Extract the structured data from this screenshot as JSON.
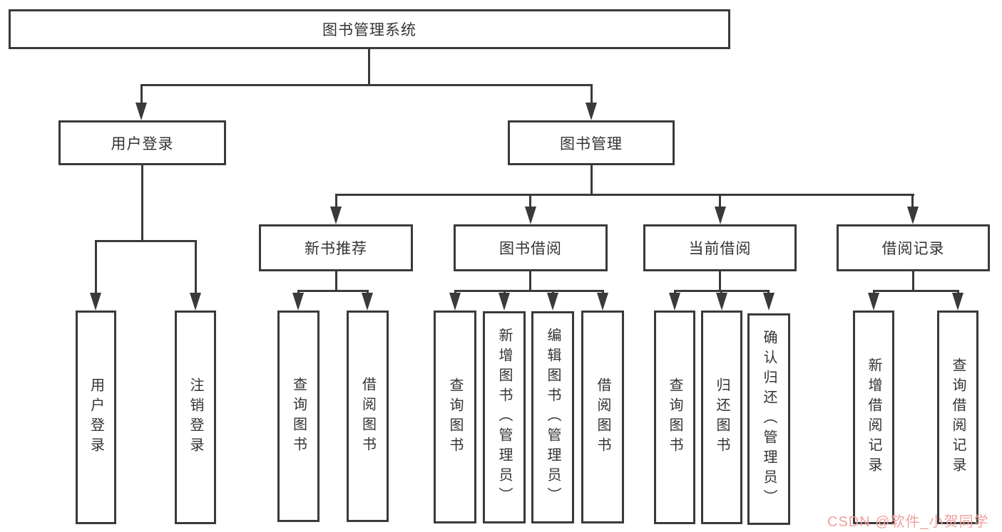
{
  "colors": {
    "line": "#3a3a3a",
    "text": "#333333",
    "background": "#ffffff",
    "watermark": "#f1a29d"
  },
  "nodes": {
    "root": {
      "label": "图书管理系统"
    },
    "userLogin": {
      "label": "用户登录"
    },
    "bookMgmt": {
      "label": "图书管理"
    },
    "newBookRec": {
      "label": "新书推荐"
    },
    "bookBorrow": {
      "label": "图书借阅"
    },
    "currentBorrow": {
      "label": "当前借阅"
    },
    "borrowRecord": {
      "label": "借阅记录"
    },
    "leafUserLogin": {
      "label": "用户登录"
    },
    "leafLogout": {
      "label": "注销登录"
    },
    "leafRecQueryBook": {
      "label": "查询图书"
    },
    "leafRecBorrowBook": {
      "label": "借阅图书"
    },
    "leafBorrowQueryBook": {
      "label": "查询图书"
    },
    "leafBorrowAddBook": {
      "label": "新增图书（管理员）"
    },
    "leafBorrowEditBook": {
      "label": "编辑图书（管理员）"
    },
    "leafBorrowBorrowBook": {
      "label": "借阅图书"
    },
    "leafCurQueryBook": {
      "label": "查询图书"
    },
    "leafCurReturnBook": {
      "label": "归还图书"
    },
    "leafCurConfirmReturn": {
      "label": "确认归还（管理员）"
    },
    "leafRecordAdd": {
      "label": "新增借阅记录"
    },
    "leafRecordQuery": {
      "label": "查询借阅记录"
    }
  },
  "watermark": {
    "text": "CSDN @软件_小贺同学"
  }
}
